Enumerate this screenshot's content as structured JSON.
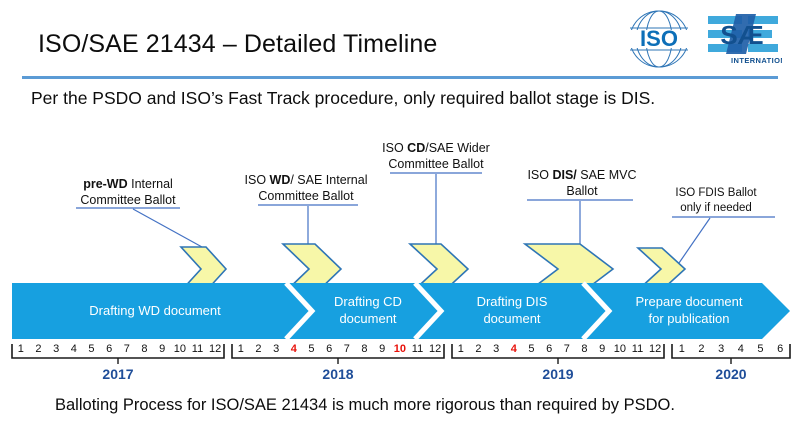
{
  "header": {
    "title": "ISO/SAE 21434 – Detailed Timeline",
    "logos": [
      {
        "name": "iso-logo",
        "text": "ISO"
      },
      {
        "name": "sae-logo",
        "text": "SAE",
        "sub": "INTERNATIONAL"
      }
    ]
  },
  "subtitle": "Per the PSDO and ISO’s Fast Track procedure, only required ballot stage is DIS.",
  "caption": "Balloting Process for ISO/SAE 21434 is much more rigorous than required by PSDO.",
  "callouts": [
    {
      "id": "pre-wd",
      "line1_bold": "pre-WD",
      "line1_rest": " Internal",
      "line2": "Committee Ballot"
    },
    {
      "id": "iso-wd",
      "line1_pre": "ISO ",
      "line1_bold": "WD",
      "line1_rest": "/ SAE Internal",
      "line2": "Committee Ballot"
    },
    {
      "id": "iso-cd",
      "line1_pre": "ISO ",
      "line1_bold": "CD",
      "line1_rest": "/SAE Wider",
      "line2": "Committee Ballot"
    },
    {
      "id": "iso-dis",
      "line1_pre": "ISO ",
      "line1_bold": "DIS/",
      "line1_rest": " SAE MVC",
      "line2": "Ballot"
    },
    {
      "id": "iso-fdis",
      "line1_rest": "ISO FDIS Ballot",
      "line2": "only if needed"
    }
  ],
  "bars": [
    {
      "id": "drafting-wd",
      "line1": "Drafting WD document",
      "line2": ""
    },
    {
      "id": "drafting-cd",
      "line1": "Drafting CD",
      "line2": "document"
    },
    {
      "id": "drafting-dis",
      "line1": "Drafting DIS",
      "line2": "document"
    },
    {
      "id": "prepare-doc",
      "line1": "Prepare document",
      "line2": "for publication"
    }
  ],
  "chart_data": {
    "type": "table",
    "title": "ISO/SAE 21434 – Detailed Timeline",
    "xlabel": "",
    "ylabel": "",
    "years": [
      {
        "year": "2017",
        "months": [
          "1",
          "2",
          "3",
          "4",
          "5",
          "6",
          "7",
          "8",
          "9",
          "10",
          "11",
          "12"
        ],
        "highlighted": []
      },
      {
        "year": "2018",
        "months": [
          "1",
          "2",
          "3",
          "4",
          "5",
          "6",
          "7",
          "8",
          "9",
          "10",
          "11",
          "12"
        ],
        "highlighted": [
          "4",
          "10"
        ]
      },
      {
        "year": "2019",
        "months": [
          "1",
          "2",
          "3",
          "4",
          "5",
          "6",
          "7",
          "8",
          "9",
          "10",
          "11",
          "12"
        ],
        "highlighted": [
          "4"
        ]
      },
      {
        "year": "2020",
        "months": [
          "1",
          "2",
          "3",
          "4",
          "5",
          "6"
        ],
        "highlighted": []
      }
    ],
    "phases": [
      {
        "label": "Drafting WD document",
        "start": "2017-01",
        "end": "2018-03"
      },
      {
        "label": "Drafting CD document",
        "start": "2018-04",
        "end": "2018-09"
      },
      {
        "label": "Drafting DIS document",
        "start": "2018-10",
        "end": "2019-03"
      },
      {
        "label": "Prepare document for publication",
        "start": "2019-04",
        "end": "2020-06"
      }
    ],
    "milestones": [
      {
        "label": "pre-WD Internal Committee Ballot",
        "date": "2017-08"
      },
      {
        "label": "ISO WD/ SAE Internal Committee Ballot",
        "date": "2018-03"
      },
      {
        "label": "ISO CD/SAE Wider Committee Ballot",
        "date": "2018-09"
      },
      {
        "label": "ISO DIS/ SAE MVC Ballot",
        "date": "2019-03"
      },
      {
        "label": "ISO FDIS Ballot only if needed",
        "date": "2019-09"
      }
    ],
    "colors": {
      "bar": "#17a0e0",
      "milestone": "#f7f7a8",
      "milestone_border": "#2e75b6",
      "year_label": "#1f4e99",
      "highlight": "#e8120b"
    }
  }
}
